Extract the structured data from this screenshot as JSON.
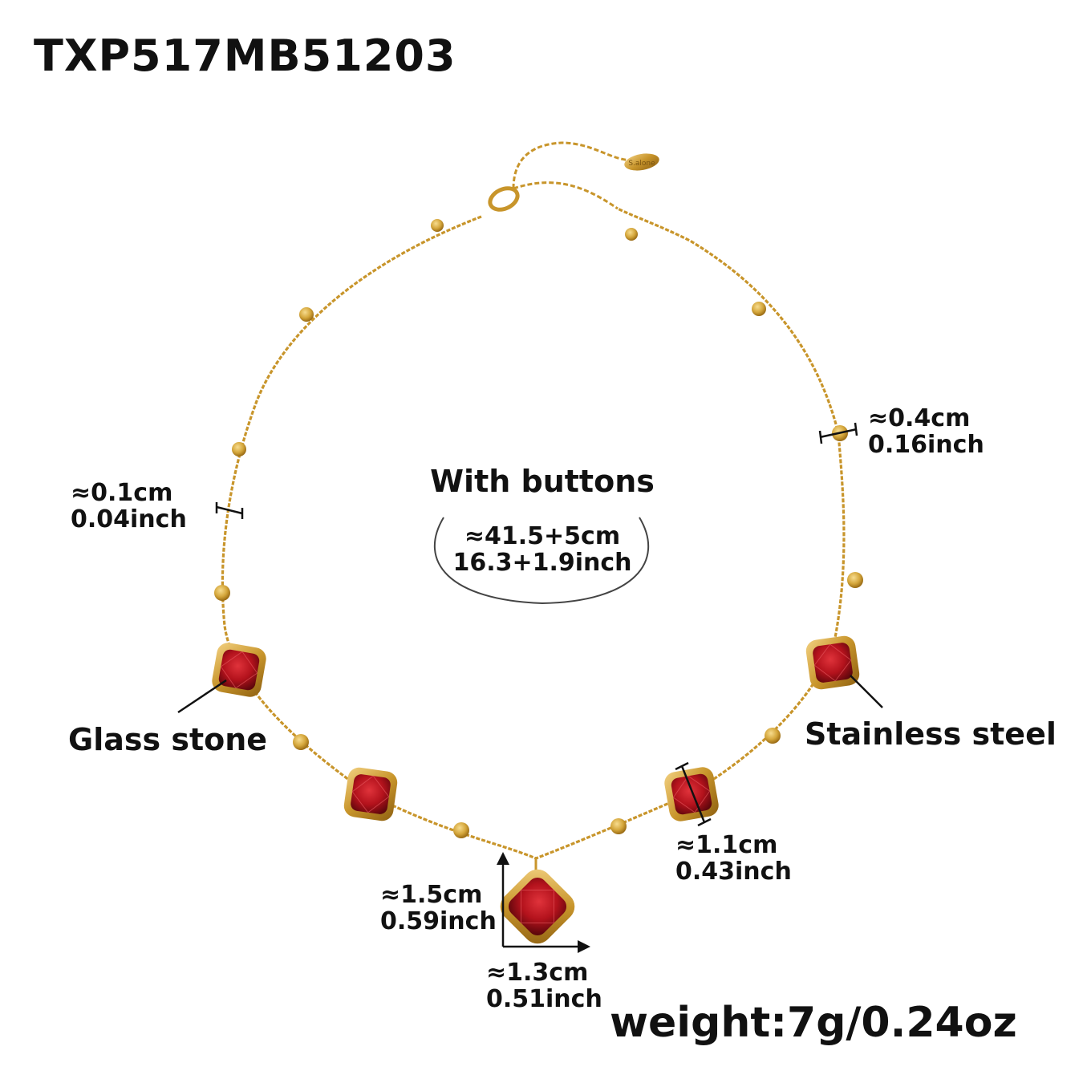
{
  "product_code": "TXP517MB51203",
  "clasp_tag_text": "S.alone",
  "length_title": "With buttons",
  "length": {
    "cm": "≈41.5+5cm",
    "inch": "16.3+1.9inch"
  },
  "chain_width": {
    "cm": "≈0.1cm",
    "inch": "0.04inch"
  },
  "bead_size": {
    "cm": "≈0.4cm",
    "inch": "0.16inch"
  },
  "stone_size": {
    "cm": "≈1.1cm",
    "inch": "0.43inch"
  },
  "pendant_height": {
    "cm": "≈1.5cm",
    "inch": "0.59inch"
  },
  "pendant_width": {
    "cm": "≈1.3cm",
    "inch": "0.51inch"
  },
  "material_labels": {
    "stone": "Glass stone",
    "metal": "Stainless steel"
  },
  "weight": "weight:7g/0.24oz",
  "colors": {
    "gold": "#d4a63b",
    "gold_dark": "#a8771a",
    "stone_red": "#b3121c",
    "stone_dark": "#6e0a10",
    "ink": "#111111"
  }
}
